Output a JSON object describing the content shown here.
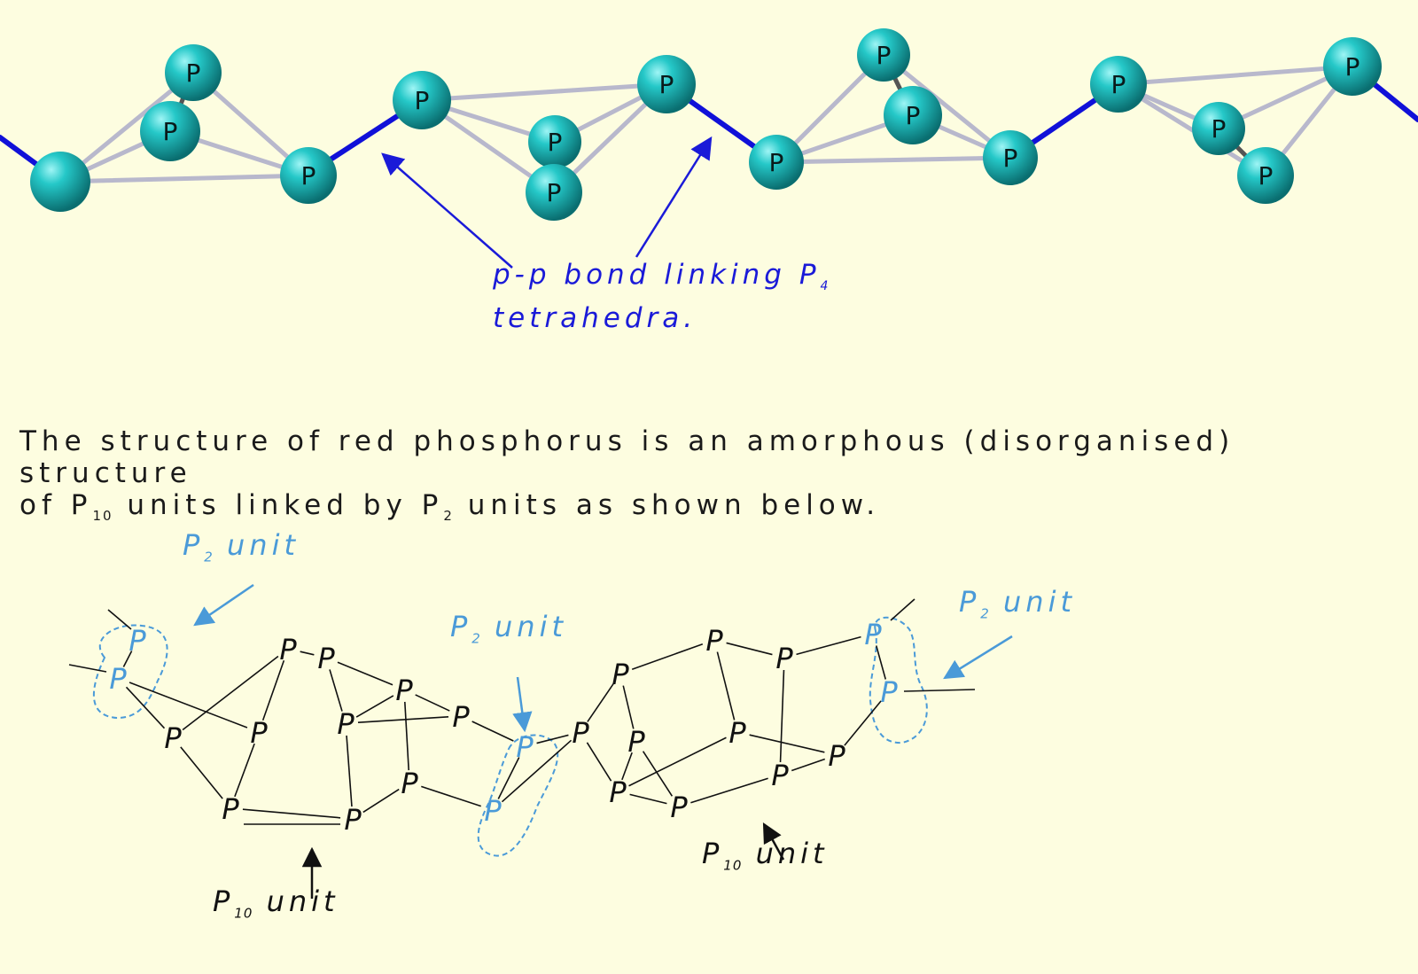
{
  "atom_symbol": "P",
  "top_callout": {
    "line1_prefix": "p-p bond linking P",
    "line1_sub": "4",
    "line2": "tetrahedra."
  },
  "caption": {
    "line1": "The structure of red phosphorus is an amorphous (disorganised) structure",
    "line2_a": "of P",
    "line2_sub1": "10",
    "line2_b": " units linked by P",
    "line2_sub2": "2",
    "line2_c": " units as shown below."
  },
  "labels": {
    "p2_unit_prefix": "P",
    "p2_unit_sub": "2",
    "p2_unit_word": " unit",
    "p10_unit_prefix": "P",
    "p10_unit_sub": "10",
    "p10_unit_word": " unit"
  },
  "colors": {
    "background": "#fdfde0",
    "sphere": "#1fb8b8",
    "link_bond": "#1010d8",
    "cage_bond": "#c8c8dc",
    "p2_blue": "#4a9ad8",
    "arrow_blue": "#1a1ad8"
  }
}
